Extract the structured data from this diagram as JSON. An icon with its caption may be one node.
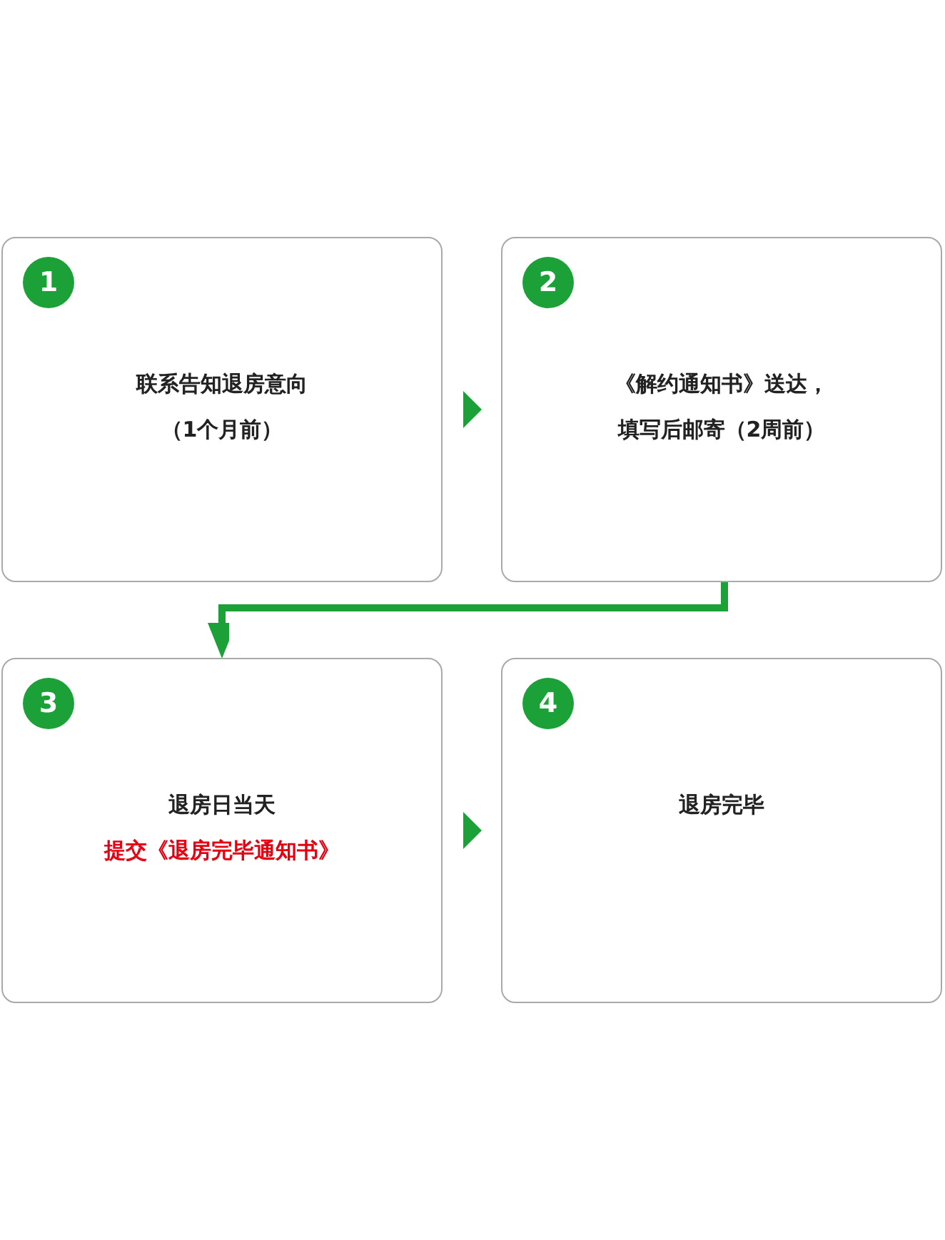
{
  "diagram": {
    "nodes": [
      {
        "text": [
          "1",
          "联系告知退房意向",
          "（1个月前）"
        ]
      },
      {
        "text": [
          "2",
          "《解约通知书》送达，",
          "填写后邮寄（2周前）"
        ]
      },
      {
        "text": [
          "3",
          "退房日当天",
          "提交《退房完毕通知书》"
        ]
      },
      {
        "text": [
          "4",
          "退房完毕"
        ]
      }
    ],
    "edges": [
      {
        "from": 0,
        "to": 1,
        "arrow": "to"
      },
      {
        "from": 1,
        "to": 2,
        "arrow": "to"
      },
      {
        "from": 2,
        "to": 3,
        "arrow": "to"
      }
    ]
  }
}
